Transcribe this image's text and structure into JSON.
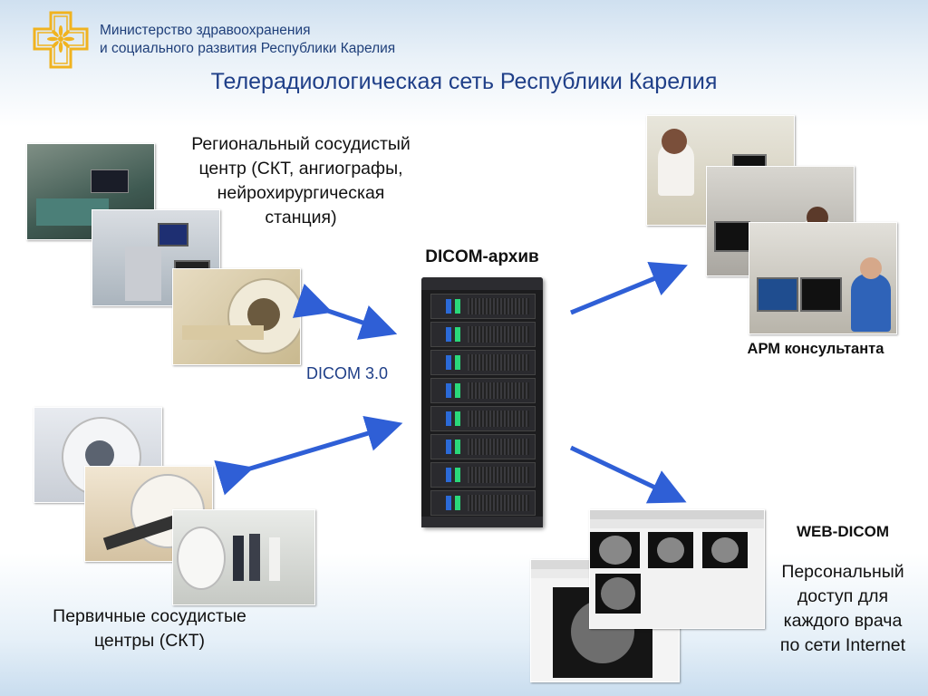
{
  "header": {
    "ministry_line1": "Министерство здравоохранения",
    "ministry_line2": "и социального развития Республики Карелия",
    "title": "Телерадиологическая сеть Республики Карелия"
  },
  "nodes": {
    "regional_center": {
      "line1": "Региональный сосудистый",
      "line2": "центр (СКТ, ангиографы,",
      "line3": "нейрохирургическая",
      "line4": "станция)"
    },
    "archive": {
      "label": "DICOM-архив"
    },
    "protocol": {
      "label": "DICOM 3.0"
    },
    "consultant": {
      "label": "АРМ консультанта"
    },
    "primary_centers": {
      "line1": "Первичные сосудистые",
      "line2": "центры (СКТ)"
    },
    "web_dicom": {
      "label": "WEB-DICOM",
      "line1": "Персональный",
      "line2": "доступ для",
      "line3": "каждого врача",
      "line4": "по сети Internet"
    }
  },
  "colors": {
    "title": "#1f3f88",
    "ministry": "#1f3f7a",
    "arrow": "#2f5fd6",
    "logo": "#f0b320"
  },
  "icons": {
    "logo": "cross-flower-logo"
  }
}
